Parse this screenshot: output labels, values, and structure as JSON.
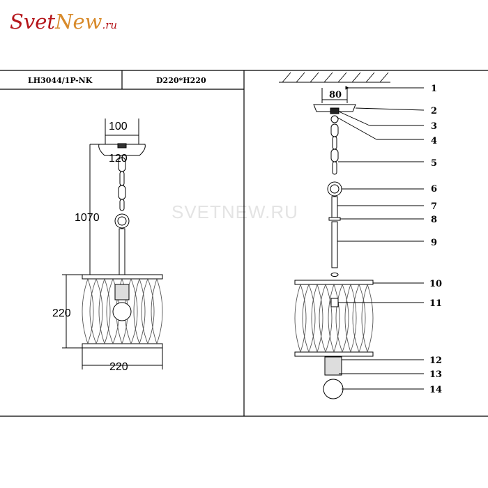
{
  "logo": {
    "part1": "Svet",
    "part2": "New",
    "part3": ".ru",
    "colors": {
      "red": "#b5161b",
      "orange": "#d88a2a"
    }
  },
  "header": {
    "model": "LH3044/1P-NK",
    "size": "D220*H220"
  },
  "watermark": "SVETNEW.RU",
  "dimensions": {
    "canopy_inner": "100",
    "canopy_outer": "120",
    "suspension_length": "1070",
    "shade_height": "220",
    "shade_diameter": "220",
    "mount_spacing": "80"
  },
  "callouts": [
    "1",
    "2",
    "3",
    "4",
    "5",
    "6",
    "7",
    "8",
    "9",
    "10",
    "11",
    "12",
    "13",
    "14"
  ]
}
